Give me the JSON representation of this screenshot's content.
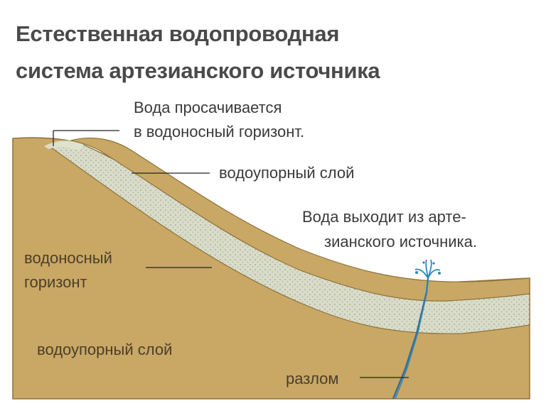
{
  "title": {
    "line1": "Естественная водопроводная",
    "line2": "система артезианского источника"
  },
  "labels": {
    "seepage_line1": "Вода просачивается",
    "seepage_line2": "в водоносный горизонт.",
    "upper_confining": "водоупорный слой",
    "outflow_line1": "Вода выходит из арте-",
    "outflow_line2": "зианского источника.",
    "aquifer_line1": "водоносный",
    "aquifer_line2": "горизонт",
    "lower_confining": "водоупорный слой",
    "fault": "разлом"
  },
  "colors": {
    "rock": "#c9a765",
    "rock_stroke": "#8f7338",
    "aquifer": "#d9dcc9",
    "aquifer_dots": "#a9b0a0",
    "water": "#2f86b8",
    "label_text": "#3a3a3a",
    "title_text": "#4a4a4a"
  }
}
